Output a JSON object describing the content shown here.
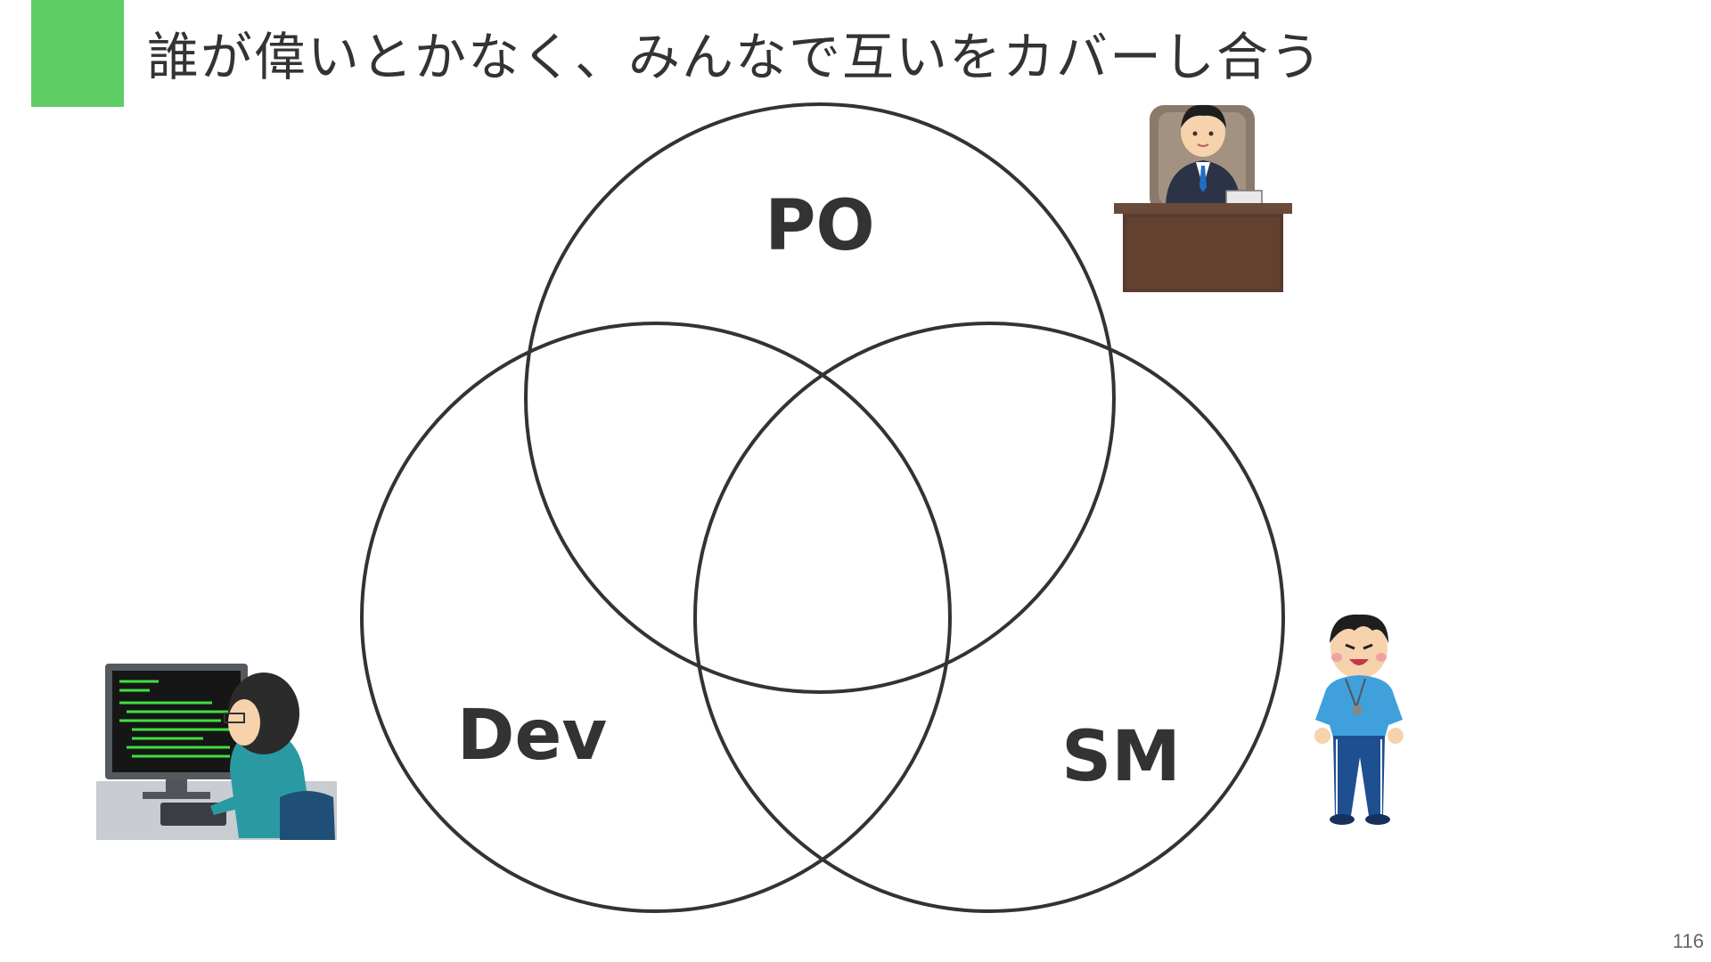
{
  "slide": {
    "title": "誰が偉いとかなく、みんなで互いをカバーし合う",
    "page_number": "116",
    "accent_color": "#5fcd66",
    "line_color": "#333333"
  },
  "venn": {
    "circles": [
      {
        "label": "PO",
        "role": "product-owner"
      },
      {
        "label": "Dev",
        "role": "developer"
      },
      {
        "label": "SM",
        "role": "scrum-master"
      }
    ]
  },
  "illustrations": {
    "boss": "boss-at-desk-illustration",
    "programmer": "programmer-at-computer-illustration",
    "coach": "coach-with-whistle-illustration"
  }
}
